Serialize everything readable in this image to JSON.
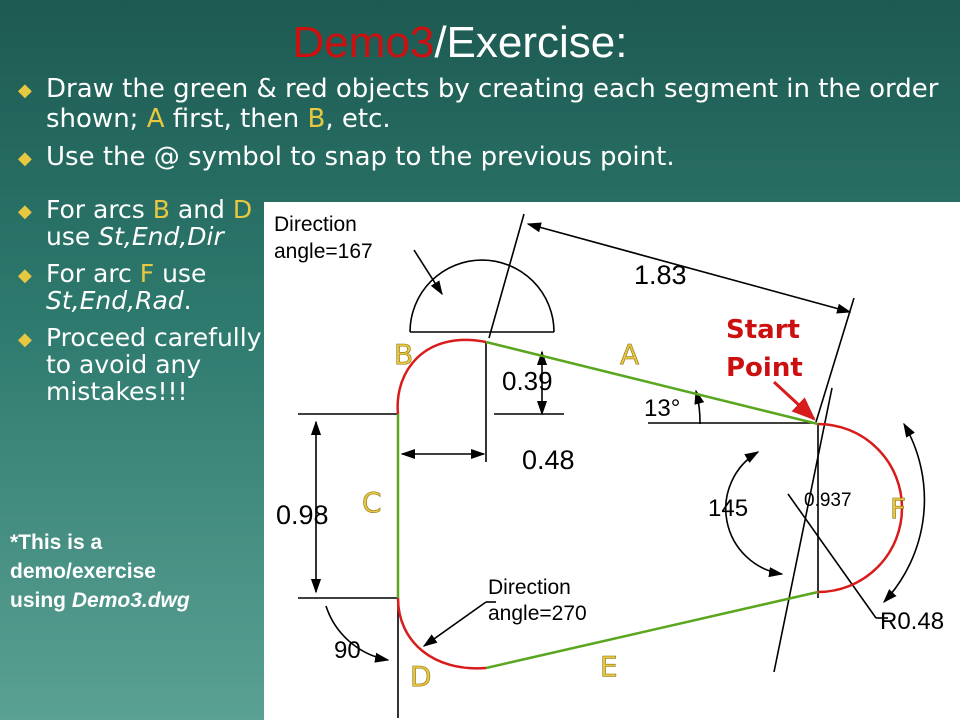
{
  "title": {
    "prefix": "Demo3",
    "suffix": "/Exercise:"
  },
  "bullets_top": [
    {
      "t1": "Draw the green & red objects by creating each segment in the order shown; ",
      "a": "A",
      "t2": " first, then ",
      "b": "B",
      "t3": ", etc."
    },
    {
      "text": "Use the @ symbol to snap to the previous point."
    }
  ],
  "bullets_left": [
    {
      "t1": "For arcs ",
      "b": "B",
      "t2": " and ",
      "d": "D",
      "t3": " use ",
      "method": "St,End,Dir"
    },
    {
      "t1": "For arc ",
      "f": "F",
      "t2": " use ",
      "method": "St,End,Rad",
      "t3": "."
    },
    {
      "text": "Proceed carefully to avoid any mistakes!!!"
    }
  ],
  "note": {
    "line1": "*This is a",
    "line2": "demo/exercise",
    "line3": "using ",
    "file": "Demo3.dwg"
  },
  "drawing": {
    "dir_top_1": "Direction",
    "dir_top_2": "angle=167",
    "dir_bot_1": "Direction",
    "dir_bot_2": "angle=270",
    "dim_183": "1.83",
    "dim_039": "0.39",
    "dim_048": "0.48",
    "dim_098": "0.98",
    "dim_13": "13°",
    "dim_145": "145",
    "dim_0937": "0.937",
    "dim_90": "90",
    "dim_r048": "R0.48",
    "start_1": "Start",
    "start_2": "Point",
    "label_a": "A",
    "label_b": "B",
    "label_c": "C",
    "label_d": "D",
    "label_e": "E",
    "label_f": "F"
  },
  "colors": {
    "green": "#5aa61e",
    "red": "#d81c1c",
    "label": "#e8c840"
  }
}
